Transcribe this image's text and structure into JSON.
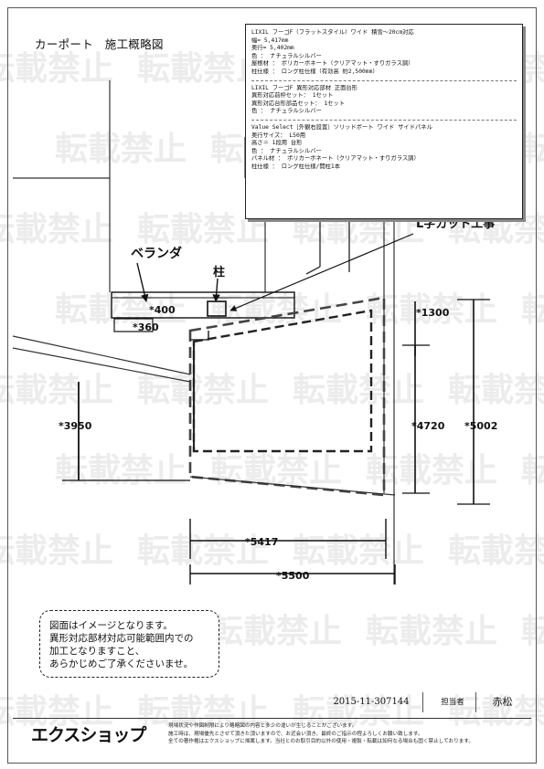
{
  "drawing": {
    "title": "カーポート　施工概略図"
  },
  "spec_box": {
    "lines_a": [
      "LIXIL フーゴF（フラットスタイル）ワイド 積雪～20cm対応",
      "幅= 5,417mm",
      "奥行= 5,402mm",
      "色 ： ナチュラルシルバー",
      "屋根材 ： ポリカーボネート（クリアマット・すりガラス調）",
      "柱仕様 ： ロング柱仕様（有効高 約2,500mm）"
    ],
    "lines_b": [
      "LIXIL フーゴF 異形対応部材 正面台形",
      "異形対応前枠セット： 1セット",
      "異形対応台形部品セット： 1セット",
      "色 ： ナチュラルシルバー"
    ],
    "lines_c": [
      "Value Select［外観右設置］ソリッドポート ワイド サイドパネル",
      "奥行サイズ： L50用",
      "高さ＝ 1段用 台形",
      "色 ： ナチュラルシルバー",
      "パネル材 ： ポリカーボネート（クリアマット・すりガラス調）",
      "柱仕様 ： ロング柱仕様/開柱1本"
    ]
  },
  "labels": {
    "veranda": "ベランダ",
    "pillar": "柱",
    "l_cut": "L字カット工事",
    "dim_400": "*400",
    "dim_360": "*360",
    "dim_1300": "*1300",
    "dim_3950": "*3950",
    "dim_4720": "*4720",
    "dim_5002": "*5002",
    "dim_5417": "*5417",
    "dim_5500": "*5500"
  },
  "note": {
    "lines": [
      "図面はイメージとなります。",
      "異形対応部材対応可能範囲内での",
      "加工となりますこと、",
      "あらかじめご了承くださいませ。"
    ]
  },
  "footer": {
    "code": "2015-11-307144",
    "tanto_label": "担当者",
    "tanto_name": "赤松",
    "logo": "エクスショップ",
    "disclaimer_lines": [
      "現場状況や作図制限により略略図の内容と多少の違いが生じることがございます。",
      "施工時は、現場優先とさせて頂きた頂いますので、お近会い頂き、最終のご指示の程よろしくお願い致します。",
      "全ての著作権はエクスショップに帰属します。当社とのお取引目的以外の使用・複製・転載は如何なる場合も固く禁止しております。"
    ]
  },
  "watermark": {
    "text": "転載禁止"
  }
}
